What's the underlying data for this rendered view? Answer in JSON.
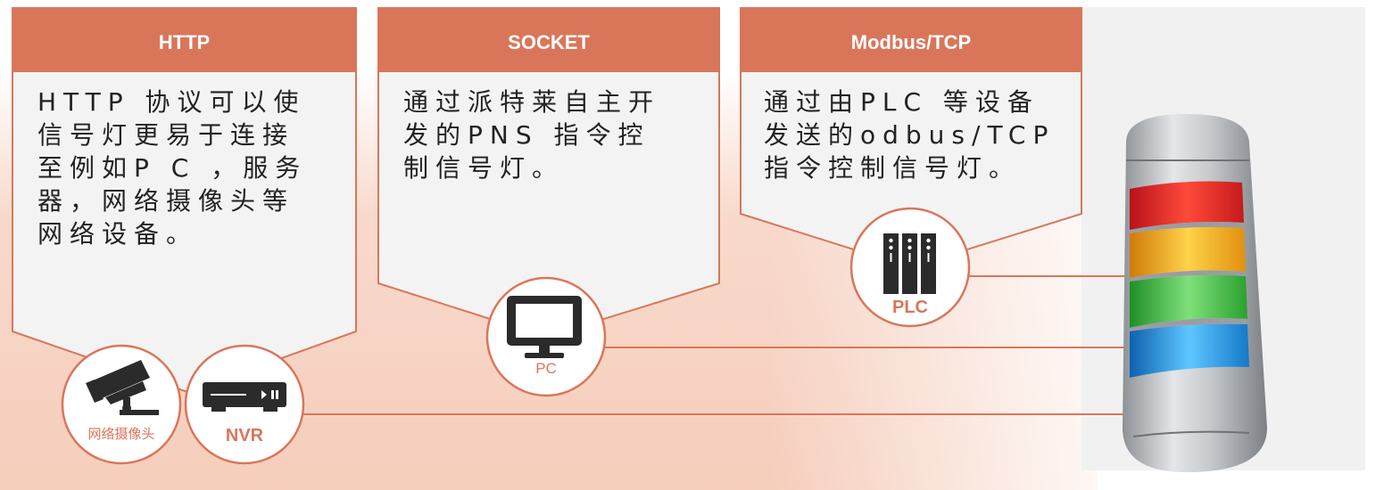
{
  "panels": [
    {
      "title": "HTTP",
      "text": "HTTP 协议可以使\n信号灯更易于连接\n至例如P C ，服务\n器，网络摄像头等\n网络设备。"
    },
    {
      "title": "SOCKET",
      "text": "通过派特莱自主开\n发的PNS 指令控\n制信号灯。"
    },
    {
      "title": "Modbus/TCP",
      "text": "通过由PLC 等设备\n发送的odbus/TCP\n指令控制信号灯。"
    }
  ],
  "devices": {
    "camera_label": "网络摄像头",
    "nvr_label": "NVR",
    "pc_label": "PC",
    "plc_label": "PLC"
  },
  "colors": {
    "accent": "#d9765a",
    "panel_bg": "#f3f3f3",
    "lamp_red": "#e8272a",
    "lamp_amber": "#f2a51a",
    "lamp_green": "#3dbb3d",
    "lamp_blue": "#1f8fd8"
  }
}
